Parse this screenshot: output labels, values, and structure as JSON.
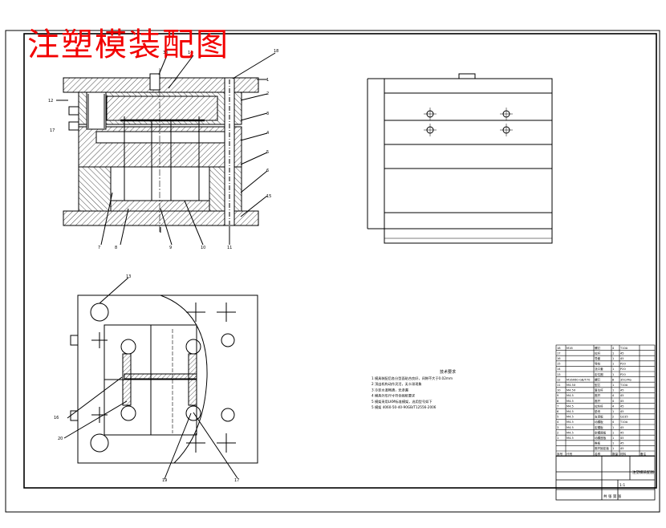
{
  "title": "注塑模装配图",
  "front_section_callouts": [
    "33",
    "14",
    "18",
    "1",
    "2",
    "3",
    "4",
    "5",
    "6",
    "15",
    "7",
    "8",
    "9",
    "10",
    "11",
    "12",
    "17"
  ],
  "plan_callouts": [
    "13",
    "16",
    "20",
    "19",
    "17"
  ],
  "tech_requirements": {
    "heading": "技术要求",
    "items": [
      "1  模具装配后各分型面贴合良好，间隙不大于0.02mm",
      "2  顶出机构动作灵活，无卡滞现象",
      "3  冷却水道畅通，无渗漏",
      "4  模具外形尺寸符合图纸要求",
      "5  模架采用LKM标准模架，选用型号如下",
      "5  模架 4060-50-40-90GB/T12556-2006"
    ]
  },
  "bom_rows": [
    [
      "18",
      "M16",
      "螺钉",
      "4",
      "T10A",
      ""
    ],
    [
      "17",
      "",
      "拉杆",
      "1",
      "45",
      ""
    ],
    [
      "16",
      "",
      "导套",
      "1",
      "45",
      ""
    ],
    [
      "15",
      "",
      "导柱",
      "1",
      "P20",
      ""
    ],
    [
      "14",
      "",
      "浇口套",
      "1",
      "P20",
      ""
    ],
    [
      "13",
      "",
      "定位圈",
      "1",
      "P20",
      ""
    ],
    [
      "12",
      "M16X60-GB/T70",
      "螺钉",
      "8",
      "35CrMo",
      ""
    ],
    [
      "11",
      "M4.5X",
      "型芯",
      "1",
      "T10A",
      ""
    ],
    [
      "10",
      "M4.5X",
      "复位杆",
      "1",
      "45",
      ""
    ],
    [
      "9",
      "M4.5",
      "推杆",
      "4",
      "45",
      ""
    ],
    [
      "8",
      "M4.5",
      "推杆",
      "4",
      "45",
      ""
    ],
    [
      "7",
      "M4.5",
      "拉料杆",
      "4",
      "45",
      ""
    ],
    [
      "6",
      "M4.5",
      "垫块",
      "1",
      "45",
      ""
    ],
    [
      "5",
      "M4.5",
      "支承板",
      "2",
      "Q235",
      ""
    ],
    [
      "4",
      "M4.5",
      "动模板",
      "4",
      "T10A",
      ""
    ],
    [
      "3",
      "M4.5",
      "定模板",
      "1",
      "45",
      ""
    ],
    [
      "2",
      "M4.5",
      "定模座板",
      "1",
      "45",
      ""
    ],
    [
      "1",
      "M4.5",
      "动模座板",
      "1",
      "45",
      ""
    ],
    [
      "",
      "",
      "推板",
      "1",
      "45",
      ""
    ],
    [
      "",
      "",
      "推杆固定板",
      "1",
      "45",
      ""
    ],
    [
      "序号",
      "代号",
      "名称",
      "数量",
      "材料",
      "备注"
    ]
  ],
  "title_block": {
    "drawing_name": "注塑模装配图",
    "scale": "1:1",
    "sheet": "共 张 第 张"
  }
}
